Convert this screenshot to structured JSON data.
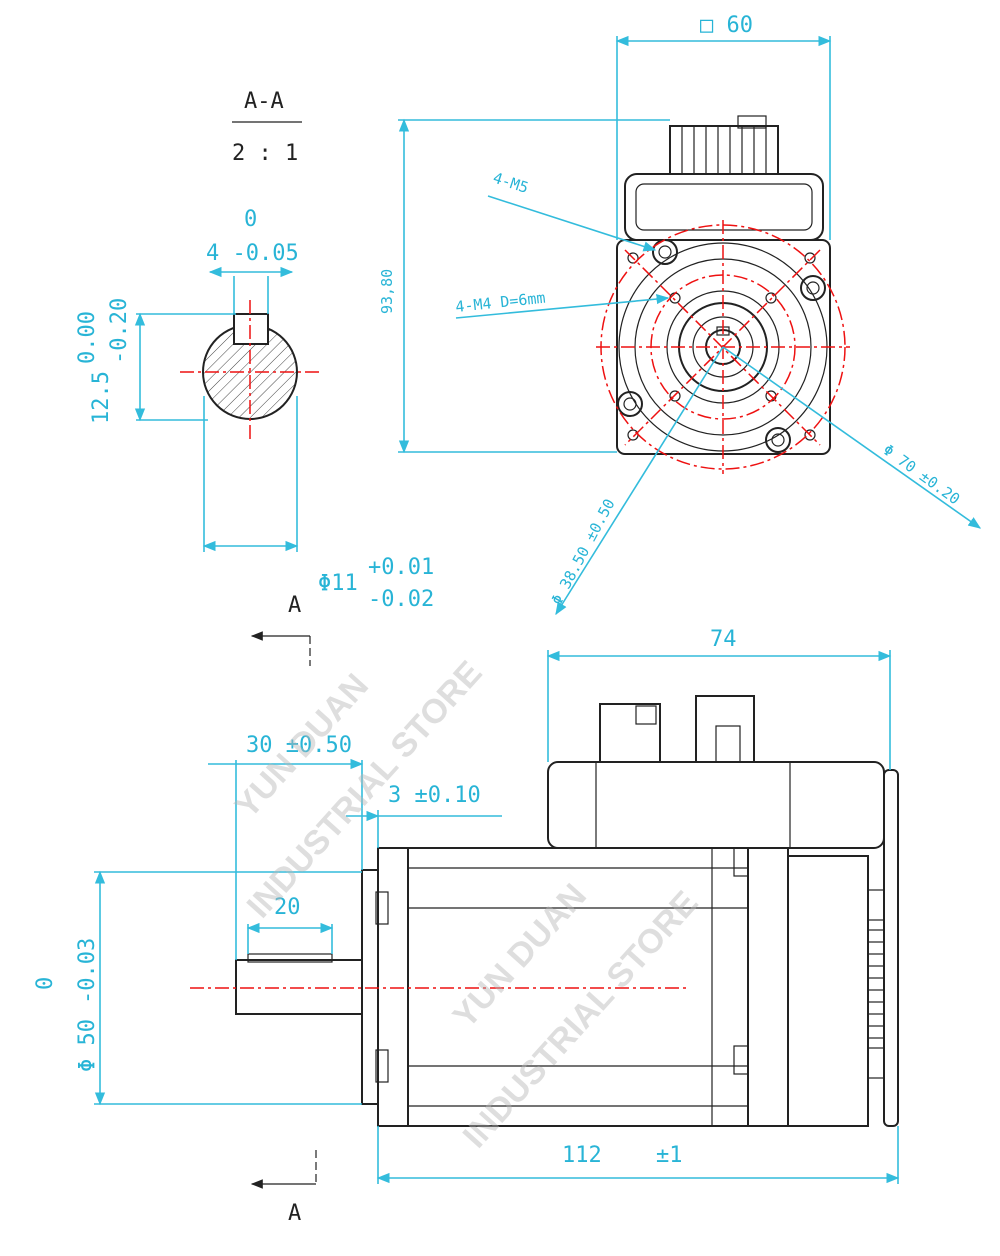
{
  "section": {
    "title": "A-A",
    "scale": "2 : 1",
    "cut_label_top": "A",
    "cut_label_bottom": "A"
  },
  "dimensions": {
    "flange_square": "□ 60",
    "height": "93,80",
    "thread_m5": "4-M5",
    "thread_m4": "4-M4 D=6mm",
    "pcd_70": "Φ 70 ±0.20",
    "boss_38": "Φ 38.50 ±0.50",
    "key_width_top": "0",
    "key_width_bottom": "4 -0.05",
    "key_height_main": "12.5",
    "key_height_tol_top": "0.00",
    "key_height_tol_bottom": "-0.20",
    "shaft_dia_main": "Φ11",
    "shaft_dia_tol_top": "+0.01",
    "shaft_dia_tol_bottom": "-0.02",
    "body_74": "74",
    "shaft_len_30": "30 ±0.50",
    "pilot_len_3": "3 ±0.10",
    "key_len_20": "20",
    "pilot_dia_main": "Φ 50",
    "pilot_dia_tol_top": "0",
    "pilot_dia_tol_bottom": "-0.03",
    "total_len_main": "112",
    "total_len_tol": "±1"
  },
  "watermark": {
    "line1": "YUN DUAN",
    "line2": "INDUSTRIAL STORE"
  },
  "colors": {
    "dimension": "#28b4d6",
    "object": "#222222",
    "centerline": "#e11111"
  }
}
